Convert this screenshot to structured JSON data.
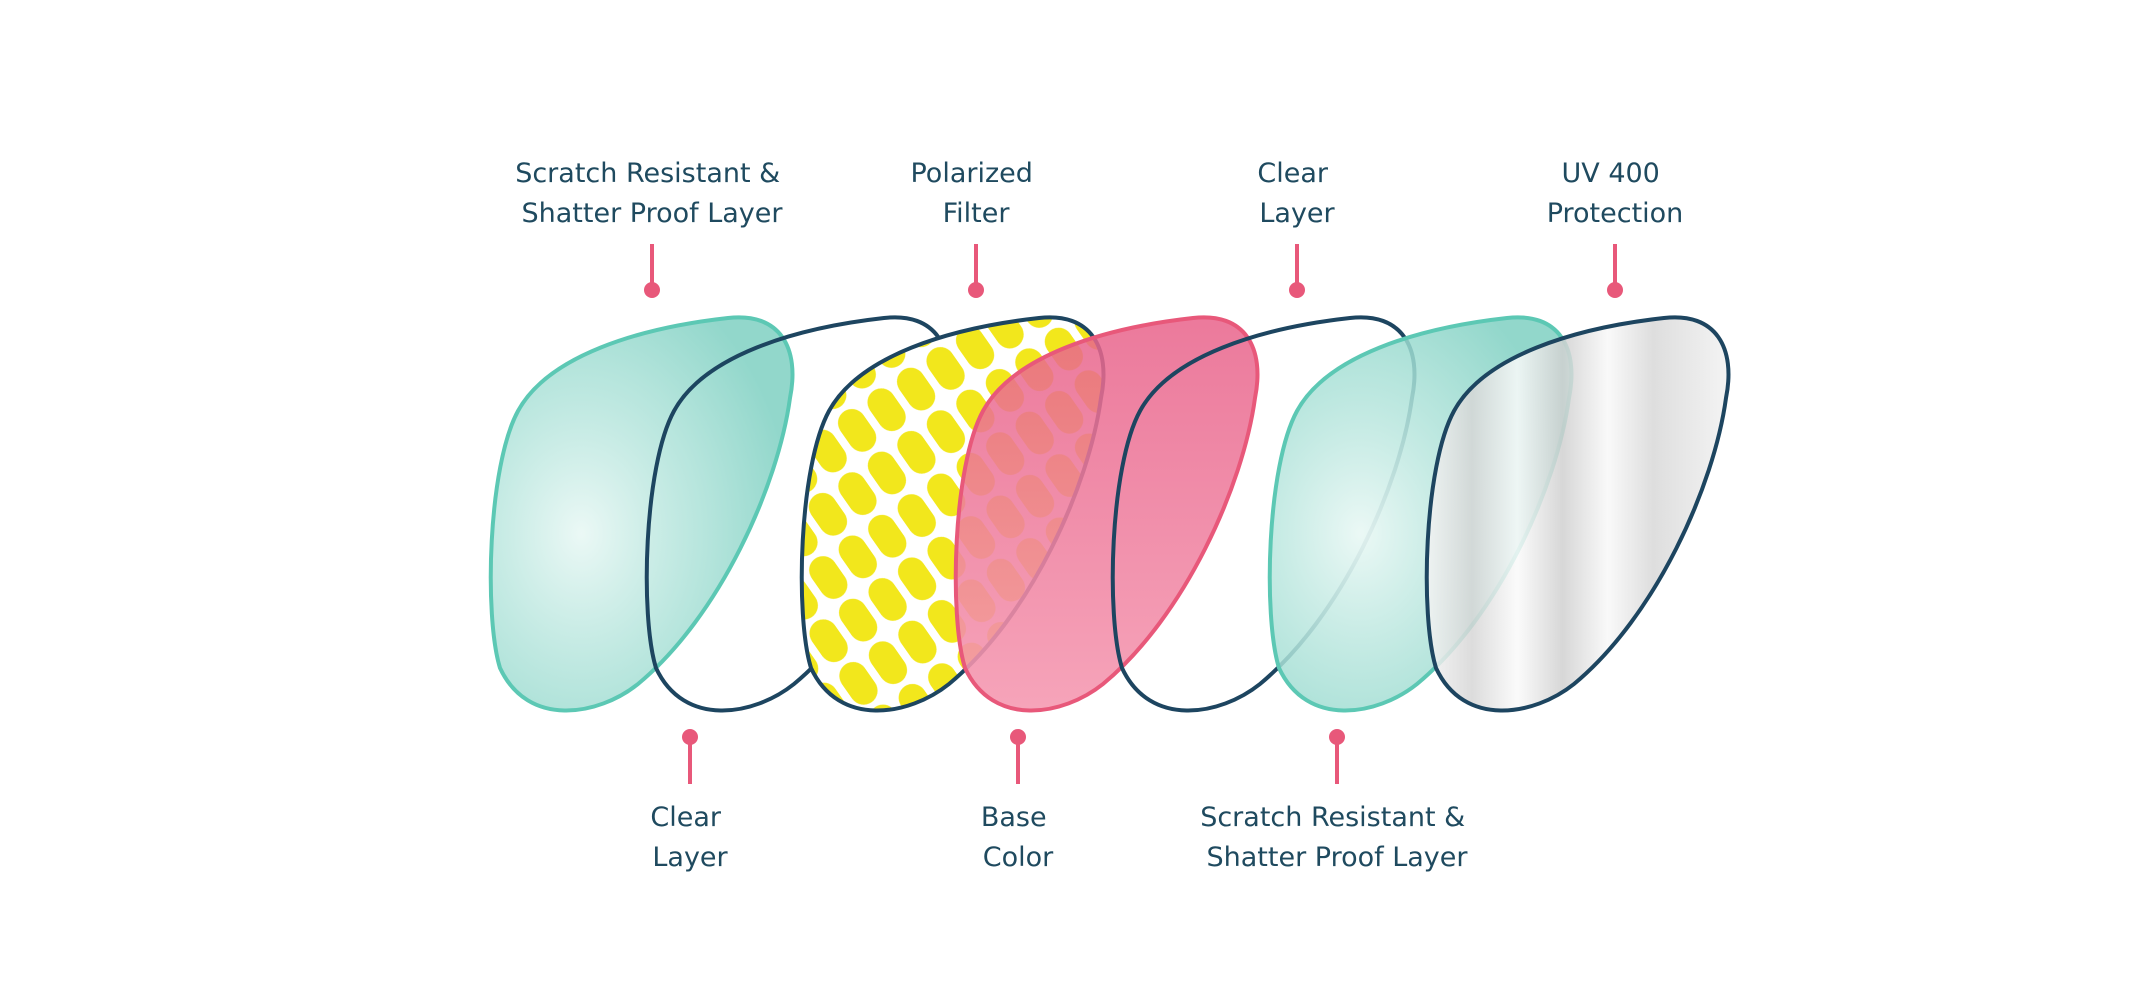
{
  "title": "Polarized lens layers",
  "colors": {
    "text": "#1f4a5f",
    "pin": "#e8587a",
    "outline": "#1d4560",
    "teal": "#5cc8b4",
    "yellow": "#f2e71c",
    "pink": "#ea6a8c"
  },
  "top_labels": [
    {
      "line1": "Scratch Resistant &",
      "line2": "Shatter Proof Layer"
    },
    {
      "line1": "Polarized",
      "line2": "Filter"
    },
    {
      "line1": "Clear",
      "line2": "Layer"
    },
    {
      "line1": "UV 400",
      "line2": "Protection"
    }
  ],
  "bottom_labels": [
    {
      "line1": "Clear",
      "line2": "Layer"
    },
    {
      "line1": "Base",
      "line2": "Color"
    },
    {
      "line1": "Scratch Resistant &",
      "line2": "Shatter Proof Layer"
    }
  ]
}
